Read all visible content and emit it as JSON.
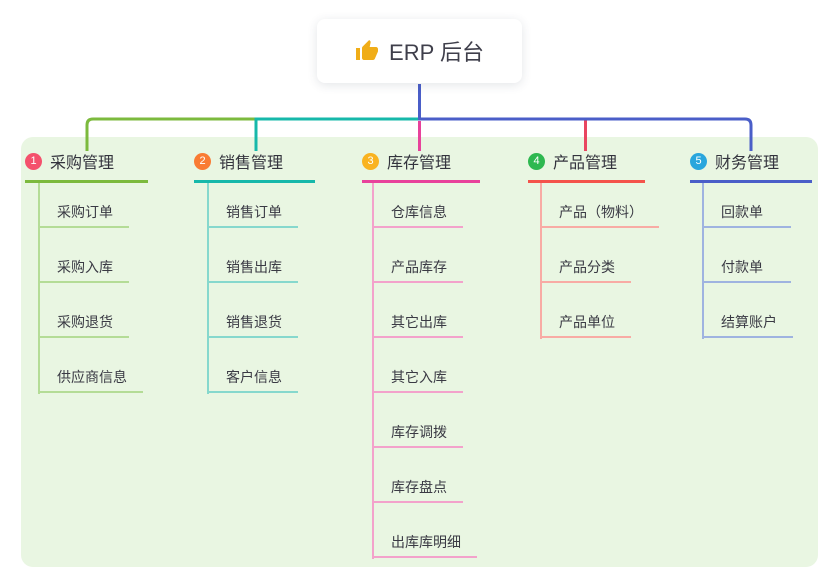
{
  "root": {
    "title": "ERP 后台",
    "icon": "thumbs-up-icon"
  },
  "colors": {
    "page_bg": "#ffffff",
    "panel_bg": "#e9f6e2",
    "root_connector": "#4a5ec8",
    "title_text": "#3f3f4b",
    "item_text": "#3a3a44",
    "thumb_icon": "#f0ad18"
  },
  "branches": [
    {
      "num": "1",
      "label": "采购管理",
      "color": "#7cba3d",
      "light_color": "#b4dc96",
      "badge_color": "#f4516c",
      "items": [
        "采购订单",
        "采购入库",
        "采购退货",
        "供应商信息"
      ]
    },
    {
      "num": "2",
      "label": "销售管理",
      "color": "#16b8aa",
      "light_color": "#86d8cd",
      "badge_color": "#f97b33",
      "items": [
        "销售订单",
        "销售出库",
        "销售退货",
        "客户信息"
      ]
    },
    {
      "num": "3",
      "label": "库存管理",
      "color": "#e8429b",
      "light_color": "#f3a2cb",
      "badge_color": "#f9b320",
      "items": [
        "仓库信息",
        "产品库存",
        "其它出库",
        "其它入库",
        "库存调拨",
        "库存盘点",
        "出库库明细"
      ]
    },
    {
      "num": "4",
      "label": "产品管理",
      "color": "#f4534b",
      "light_color": "#f8aba4",
      "badge_color": "#2eb850",
      "items": [
        "产品（物料）",
        "产品分类",
        "产品单位"
      ]
    },
    {
      "num": "5",
      "label": "财务管理",
      "color": "#4a5ec8",
      "light_color": "#9fb3e0",
      "badge_color": "#29a6dd",
      "items": [
        "回款单",
        "付款单",
        "结算账户"
      ]
    }
  ]
}
